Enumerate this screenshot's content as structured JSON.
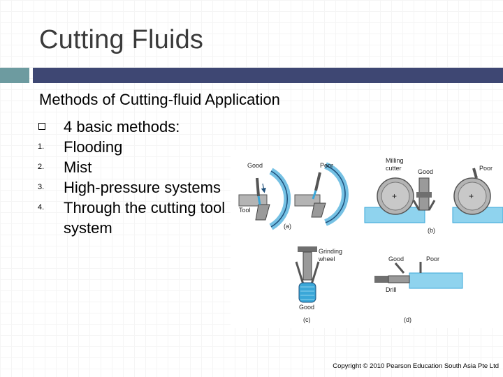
{
  "slide": {
    "title": "Cutting Fluids",
    "subheading": "Methods of Cutting-fluid Application",
    "items": [
      {
        "marker": "",
        "text": "4 basic methods:"
      },
      {
        "marker": "1.",
        "text": "Flooding"
      },
      {
        "marker": "2.",
        "text": "Mist"
      },
      {
        "marker": "3.",
        "text": "High-pressure systems"
      },
      {
        "marker": "4.",
        "text": "Through the cutting tool system"
      }
    ],
    "copyright": "Copyright © 2010 Pearson Education South Asia Pte Ltd"
  },
  "figure": {
    "labels": {
      "a_good": "Good",
      "a_poor": "Poor",
      "a_tool": "Tool",
      "a_caption": "(a)",
      "b_milling": "Milling",
      "b_cutter": "cutter",
      "b_good": "Good",
      "b_poor": "Poor",
      "b_caption": "(b)",
      "c_grinding": "Grinding",
      "c_wheel": "wheel",
      "c_good": "Good",
      "c_caption": "(c)",
      "d_good": "Good",
      "d_poor": "Poor",
      "d_drill": "Drill",
      "d_caption": "(d)"
    },
    "colors": {
      "fluid": "#8fd3ee",
      "fluid_dark": "#3aa7d8",
      "metal": "#b4b4b4",
      "metal_dark": "#6f6f6f"
    }
  }
}
